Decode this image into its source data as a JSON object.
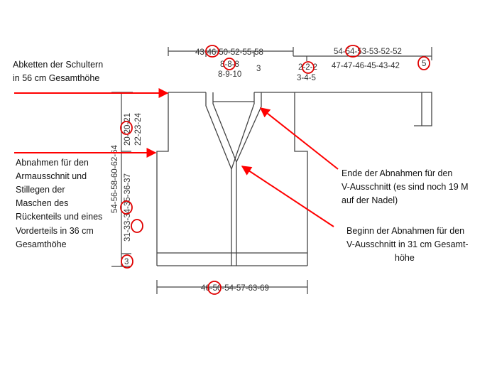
{
  "annotations": {
    "shoulders": [
      "Abketten der Schultern",
      "in 56 cm Gesamthöhe"
    ],
    "armhole": [
      "Abnahmen für den",
      "Armausschnit und",
      "Stillegen der",
      "Maschen des",
      "Rückenteils und eines"
    ],
    "front_height": [
      "Vorderteils in 36 cm",
      "Gesamthöhe"
    ],
    "v_end": [
      "Ende der Abnahmen für den",
      "V-Ausschnitt (es sind noch 19 M",
      "auf der Nadel)"
    ],
    "v_begin": [
      "Beginn der Abnahmen für den",
      "V-Ausschnitt  in 31 cm Gesamt-",
      "höhe"
    ]
  },
  "measures": {
    "top_width": "43-46-50-52-55-58",
    "shoulder_1": "8-8-8",
    "shoulder_2": "8-9-10",
    "neck_edge": "3",
    "sleeve_length": "54-54-53-53-52-52",
    "sleeve_width": "47-47-46-45-43-42",
    "sleeve_cuff": "5",
    "sleeve_step_1": "2-2-2",
    "sleeve_step_2": "3-4-5",
    "total_height": "54-56-58-60-62-64",
    "armhole_1": "20-20-21",
    "armhole_2": "22-23-24",
    "body_1": "31-33-34-35-36-37",
    "border": "3",
    "bottom_width": "46-50-54-57-63-69"
  },
  "colors": {
    "arrow": "#ff0000",
    "circle": "#e00000",
    "line": "#444444"
  }
}
